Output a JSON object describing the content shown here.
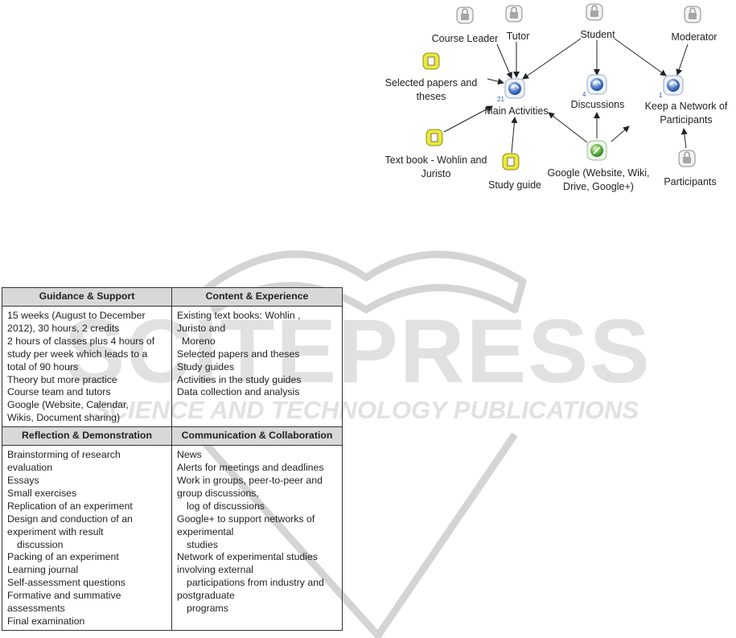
{
  "diagram": {
    "nodes": [
      {
        "id": "course-leader",
        "label": "Course Leader",
        "type": "role"
      },
      {
        "id": "tutor",
        "label": "Tutor",
        "type": "role"
      },
      {
        "id": "student",
        "label": "Student",
        "type": "role"
      },
      {
        "id": "moderator",
        "label": "Moderator",
        "type": "role"
      },
      {
        "id": "selected-papers",
        "label_lines": [
          "Selected papers  and",
          "theses"
        ],
        "type": "resource"
      },
      {
        "id": "main-activities",
        "label": "Main Activities",
        "count": "21",
        "type": "activity"
      },
      {
        "id": "discussions",
        "label": "Discussions",
        "count": "4",
        "type": "activity"
      },
      {
        "id": "keep-network",
        "label_lines": [
          "Keep a Network of",
          "Participants"
        ],
        "count": "1",
        "type": "activity"
      },
      {
        "id": "text-book",
        "label_lines": [
          "Text book - Wohlin  and",
          "Juristo"
        ],
        "type": "resource"
      },
      {
        "id": "study-guide",
        "label": "Study guide",
        "type": "resource"
      },
      {
        "id": "google",
        "label_lines": [
          "Google (Website, Wiki,",
          "Drive, Google+)"
        ],
        "type": "tool"
      },
      {
        "id": "participants",
        "label": "Participants",
        "type": "role"
      }
    ]
  },
  "table": {
    "headers": {
      "guidance": "Guidance & Support",
      "content": "Content & Experience",
      "reflection": "Reflection & Demonstration",
      "communication": "Communication & Collaboration"
    },
    "guidance_items": [
      "15 weeks (August to December",
      "2012), 30 hours, 2 credits",
      "2 hours of classes plus 4 hours of",
      "study per week which leads to a",
      "total of 90 hours",
      "Theory but more practice",
      "Course team and tutors",
      "Google (Website, Calendar,",
      "Wikis, Document sharing)"
    ],
    "content_items": [
      "Existing text books: Wohlin ,",
      "Juristo and",
      "Moreno",
      "Selected papers and theses",
      "Study guides",
      "Activities in the study guides",
      "Data collection and analysis"
    ],
    "reflection_items": [
      "Brainstorming of research",
      "evaluation",
      "Essays",
      "Small exercises",
      "Replication of an experiment",
      "Design and conduction of an",
      "experiment with result",
      "discussion",
      "Packing of an experiment",
      "Learning journal",
      "Self-assessment questions",
      "Formative and summative",
      "assessments",
      "Final examination"
    ],
    "communication_items": [
      "News",
      "Alerts for meetings and deadlines",
      "Work in groups, peer-to-peer and",
      "group discussions,",
      "log of discussions",
      "Google+ to support networks of",
      "experimental",
      "studies",
      "Network of experimental studies",
      "involving external",
      "participations from industry and",
      "postgraduate",
      "programs"
    ]
  },
  "watermark": {
    "line1": "SCITEPRESS",
    "line2": "SCIENCE AND TECHNOLOGY PUBLICATIONS"
  },
  "colors": {
    "activity_icon": "#2a5db0",
    "resource_icon": "#c9c42a",
    "tool_icon": "#5aa23a",
    "role_icon": "#9a9a9a",
    "header_bg": "#d8d8d8",
    "watermark": "#cfcfcf"
  }
}
